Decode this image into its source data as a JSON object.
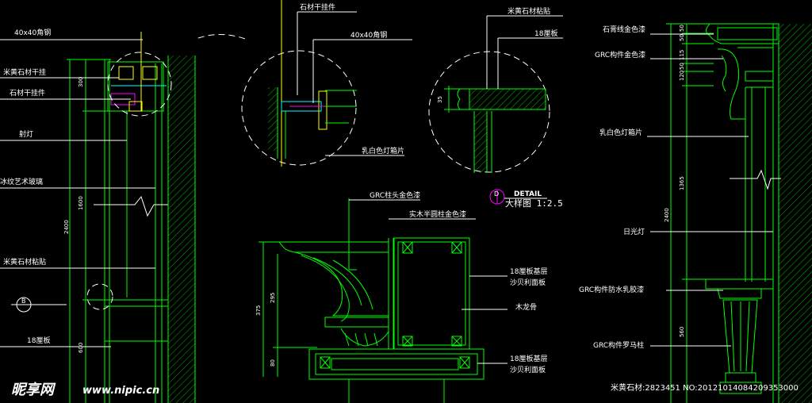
{
  "detail_marker": {
    "letter": "D",
    "word": "DETAIL",
    "scale_title": "大样图 1:2.5"
  },
  "section_marker": {
    "letter": "B"
  },
  "left_elevation": {
    "labels": [
      "40x40角钢",
      "米黄石材干挂",
      "石材干挂件",
      "射灯",
      "冰纹艺术玻璃",
      "米黄石材粘贴",
      "18厘板"
    ],
    "dims": [
      "300",
      "1600",
      "2400",
      "600"
    ]
  },
  "detail_circle_1": {
    "labels": [
      "石材干挂件",
      "40x40角钢",
      "乳白色灯箱片"
    ]
  },
  "detail_circle_2": {
    "labels": [
      "米黄石材粘贴",
      "18厘板"
    ],
    "dims": [
      "35"
    ]
  },
  "column_section": {
    "labels": [
      "GRC柱头金色漆",
      "实木半圆柱金色漆",
      "18厘板基层",
      "沙贝利面板",
      "木龙骨",
      "18厘板基层",
      "沙贝利面板"
    ],
    "dims": [
      "375",
      "295",
      "80"
    ]
  },
  "right_elevation": {
    "labels": [
      "石膏线金色漆",
      "GRC构件金色漆",
      "乳白色灯箱片",
      "日光灯",
      "GRC构件防水乳胶漆",
      "GRC构件罗马柱"
    ],
    "dims_top": [
      "50",
      "50",
      "115",
      "50",
      "120"
    ],
    "dims_main": [
      "1365",
      "2400",
      "560"
    ]
  },
  "watermark": {
    "brand": "昵享网",
    "url": "www.nipic.cn",
    "caption": "米黄石材:2823451 NO:20121014084209353000"
  }
}
